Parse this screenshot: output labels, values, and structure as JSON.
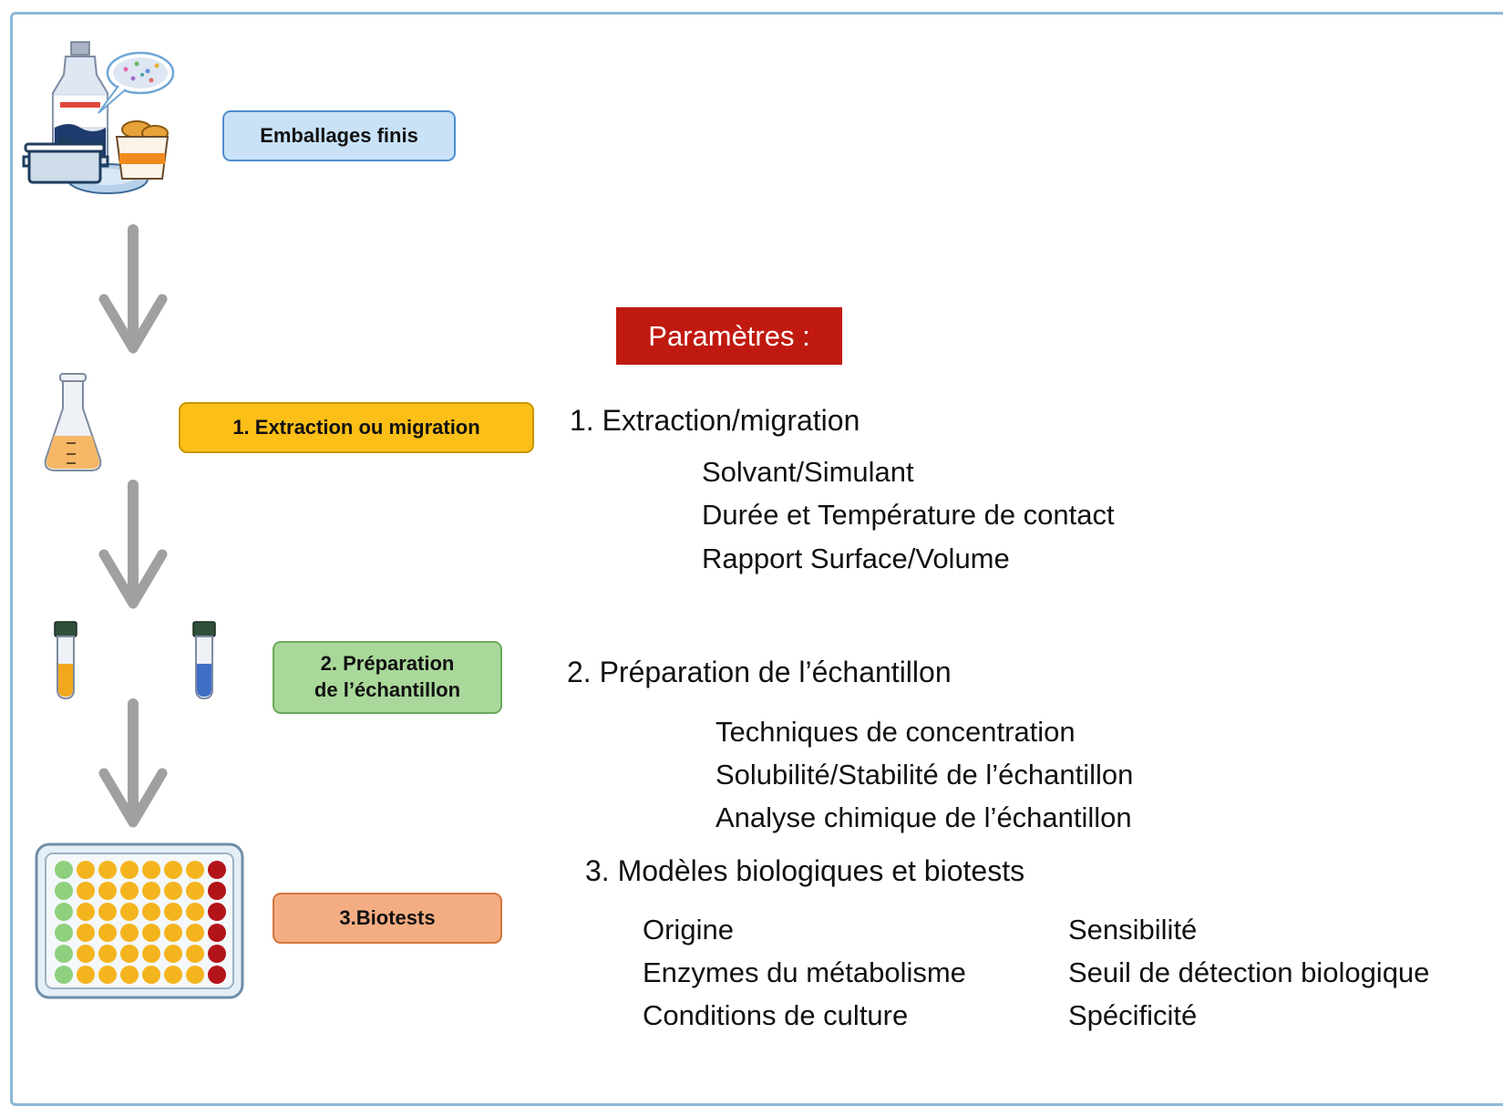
{
  "stages": {
    "packaging": "Emballages finis",
    "extraction": "1. Extraction ou migration",
    "preparation_line1": "2. Préparation",
    "preparation_line2": "de l’échantillon",
    "biotests": "3.Biotests"
  },
  "parameters": {
    "title": "Paramètres :",
    "section1": {
      "heading": "1. Extraction/migration",
      "items": [
        "Solvant/Simulant",
        "Durée et Température de contact",
        "Rapport Surface/Volume"
      ]
    },
    "section2": {
      "heading": "2. Préparation de l’échantillon",
      "items": [
        "Techniques de concentration",
        "Solubilité/Stabilité de l’échantillon",
        "Analyse chimique de l’échantillon"
      ]
    },
    "section3": {
      "heading": "3. Modèles biologiques et biotests",
      "left_items": [
        "Origine",
        "Enzymes du métabolisme",
        "Conditions de culture"
      ],
      "right_items": [
        "Sensibilité",
        "Seuil de détection biologique",
        "Spécificité"
      ]
    }
  },
  "icons": {
    "packaging": "packaging-illustration-icon",
    "flask": "erlenmeyer-flask-icon",
    "tube_yellow": "test-tube-yellow-icon",
    "tube_blue": "test-tube-blue-icon",
    "plate": "microplate-icon",
    "arrow": "down-arrow-icon"
  },
  "colors": {
    "packaging_box": "#c9e2f7",
    "extraction_box": "#fcbf17",
    "preparation_box": "#a9d89a",
    "biotests_box": "#f4ad83",
    "params_title_bg": "#c01a10",
    "arrow": "#9c9c9c"
  }
}
